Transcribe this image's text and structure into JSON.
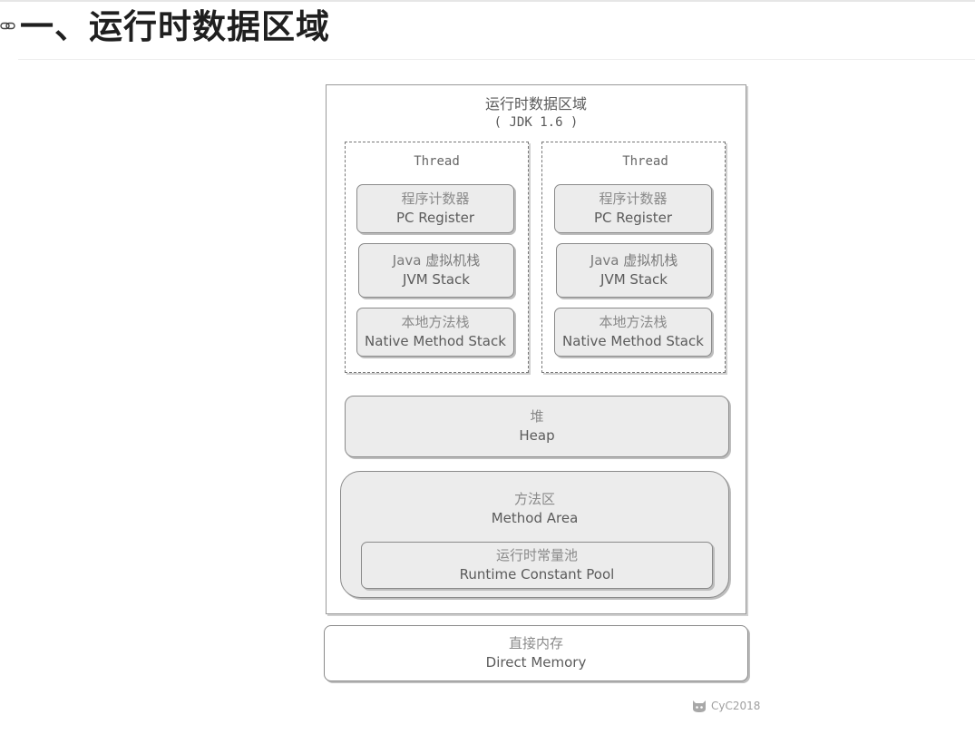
{
  "heading": {
    "title": "一、运行时数据区域"
  },
  "diagram": {
    "title": "运行时数据区域",
    "subtitle": "( JDK 1.6 )",
    "threads": [
      {
        "label": "Thread",
        "pc": {
          "cn": "程序计数器",
          "en": "PC Register"
        },
        "jvm": {
          "cn": "Java 虚拟机栈",
          "en": "JVM Stack"
        },
        "native": {
          "cn": "本地方法栈",
          "en": "Native Method Stack"
        }
      },
      {
        "label": "Thread",
        "pc": {
          "cn": "程序计数器",
          "en": "PC Register"
        },
        "jvm": {
          "cn": "Java 虚拟机栈",
          "en": "JVM Stack"
        },
        "native": {
          "cn": "本地方法栈",
          "en": "Native Method Stack"
        }
      }
    ],
    "heap": {
      "cn": "堆",
      "en": "Heap"
    },
    "method_area": {
      "cn": "方法区",
      "en": "Method Area"
    },
    "constant_pool": {
      "cn": "运行时常量池",
      "en": "Runtime Constant Pool"
    },
    "direct_memory": {
      "cn": "直接内存",
      "en": "Direct Memory"
    },
    "watermark": "CyC2018"
  },
  "colors": {
    "box_fill": "#ececec",
    "border": "#8a8a8a",
    "heading": "#1f1f1f"
  }
}
